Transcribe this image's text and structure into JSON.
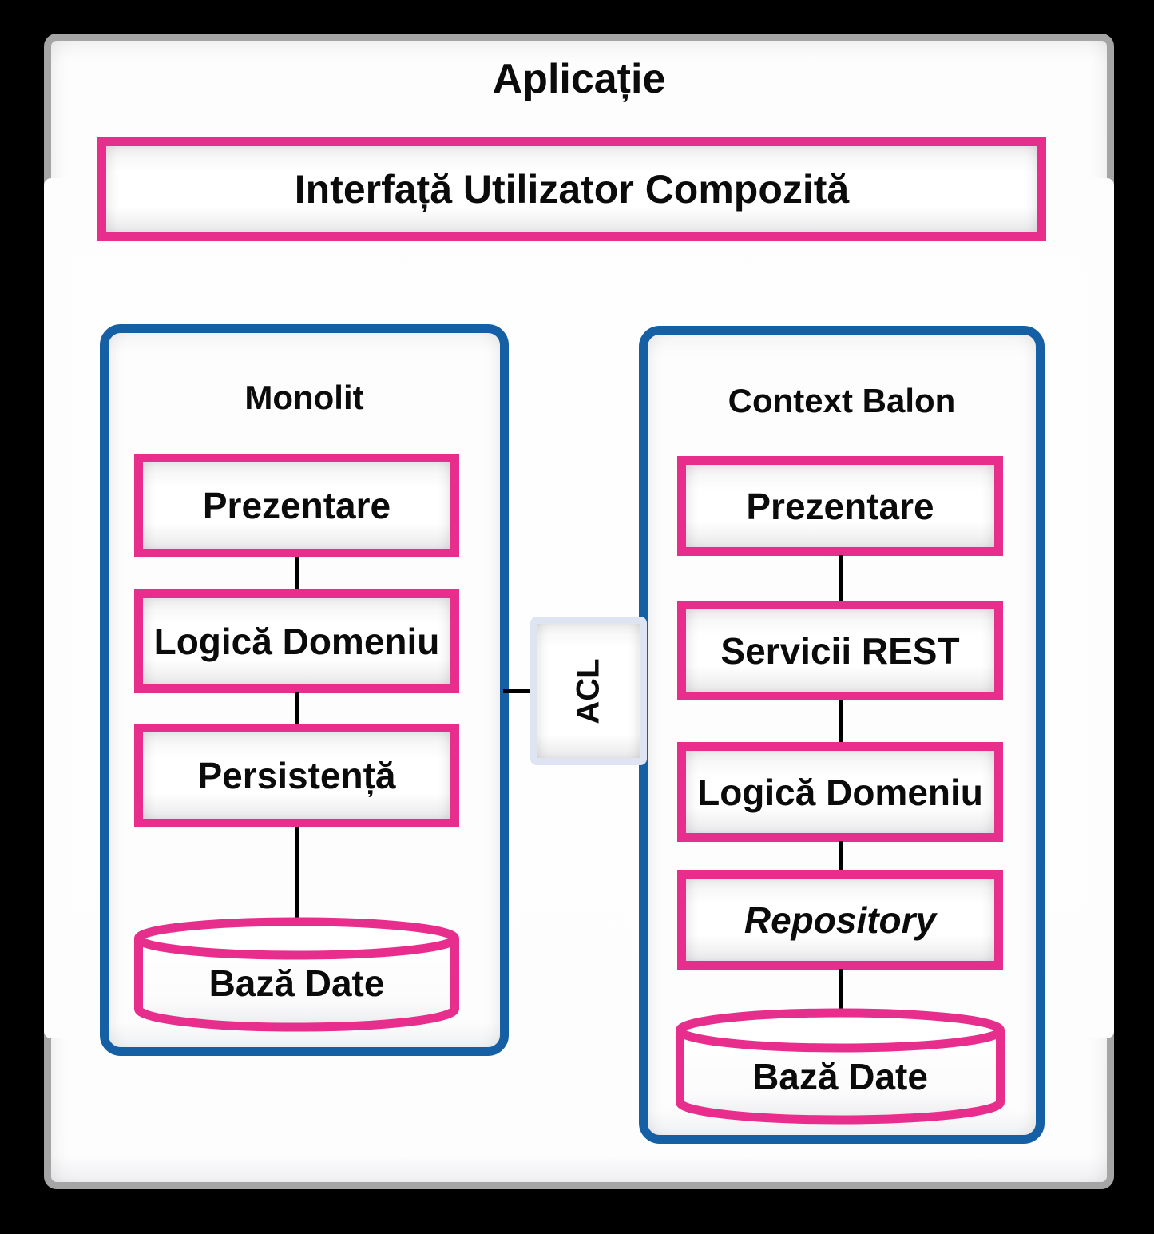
{
  "colors": {
    "background": "#000000",
    "pink": "#E72E8C",
    "blue": "#155FA5",
    "gray_border": "#A5A5A5",
    "acl_border": "#DEE4F1",
    "text": "#0B0B0B",
    "connector": "#000000"
  },
  "app": {
    "title": "Aplicație"
  },
  "composite_ui": {
    "label": "Interfață Utilizator Compozită"
  },
  "acl": {
    "label": "ACL"
  },
  "monolith": {
    "title": "Monolit",
    "layers": [
      {
        "label": "Prezentare"
      },
      {
        "label": "Logică Domeniu"
      },
      {
        "label": "Persistență"
      }
    ],
    "database": {
      "label": "Bază Date"
    }
  },
  "bubble_context": {
    "title": "Context Balon",
    "layers": [
      {
        "label": "Prezentare"
      },
      {
        "label": "Servicii REST"
      },
      {
        "label": "Logică Domeniu"
      },
      {
        "label": "Repository"
      }
    ],
    "database": {
      "label": "Bază Date"
    }
  }
}
